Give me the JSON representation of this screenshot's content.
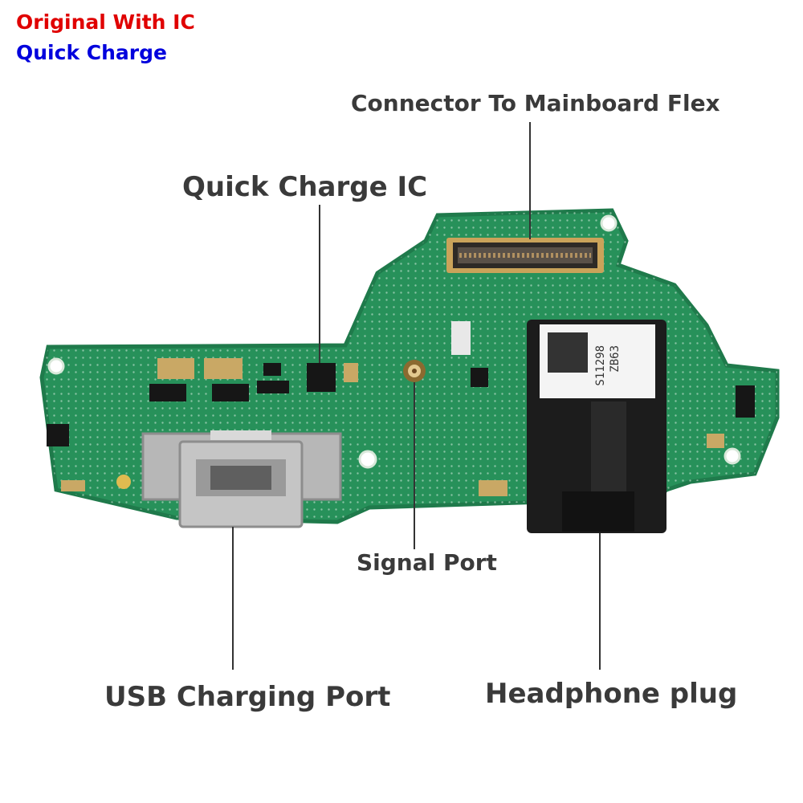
{
  "tags": {
    "original": "Original With IC",
    "original_color": "#e00000",
    "quick": "Quick Charge",
    "quick_color": "#0000dd"
  },
  "labels": {
    "connector": "Connector To Mainboard Flex",
    "ic": "Quick Charge IC",
    "signal": "Signal Port",
    "usb": "USB Charging Port",
    "headphone": "Headphone plug"
  },
  "sticker": {
    "line1": "S11298",
    "line2": "ZB63"
  },
  "colors": {
    "pcb": "#27915a",
    "pcb_edge": "#1f7a4b",
    "callout_line": "#333333"
  }
}
